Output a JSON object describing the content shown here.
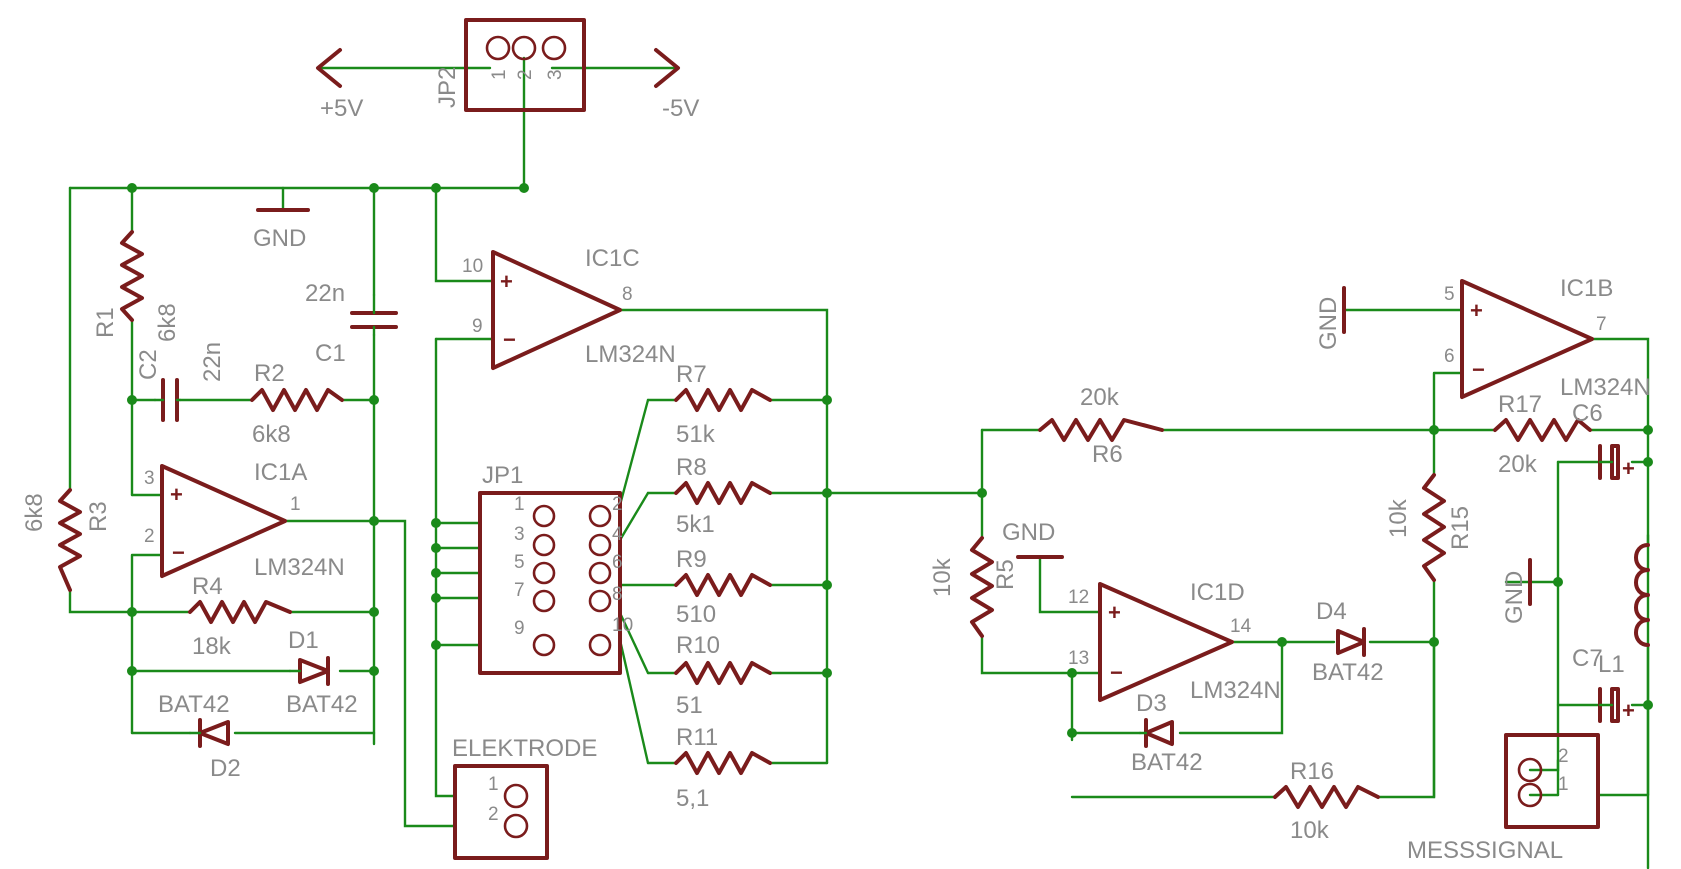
{
  "supply": {
    "pos": "+5V",
    "neg": "-5V",
    "gnd": "GND"
  },
  "jp2": {
    "name": "JP2",
    "pins": [
      "1",
      "2",
      "3"
    ]
  },
  "jp1": {
    "name": "JP1",
    "pins": [
      "1",
      "2",
      "3",
      "4",
      "5",
      "6",
      "7",
      "8",
      "9",
      "10"
    ]
  },
  "elektrode": {
    "name": "ELEKTRODE",
    "pins": [
      "1",
      "2"
    ]
  },
  "messsignal": {
    "name": "MESSSIGNAL",
    "pins": [
      "2",
      "1"
    ]
  },
  "opamps": {
    "ic1a": {
      "name": "IC1A",
      "part": "LM324N",
      "pin_plus": "3",
      "pin_minus": "2",
      "pin_out": "1"
    },
    "ic1b": {
      "name": "IC1B",
      "part": "LM324N",
      "pin_plus": "5",
      "pin_minus": "6",
      "pin_out": "7"
    },
    "ic1c": {
      "name": "IC1C",
      "part": "LM324N",
      "pin_plus": "10",
      "pin_minus": "9",
      "pin_out": "8"
    },
    "ic1d": {
      "name": "IC1D",
      "part": "LM324N",
      "pin_plus": "12",
      "pin_minus": "13",
      "pin_out": "14"
    }
  },
  "resistors": {
    "r1": {
      "name": "R1",
      "value": "6k8"
    },
    "r2": {
      "name": "R2",
      "value": "6k8"
    },
    "r3": {
      "name": "R3",
      "value": "6k8"
    },
    "r4": {
      "name": "R4",
      "value": "18k"
    },
    "r5": {
      "name": "R5",
      "value": "10k"
    },
    "r6": {
      "name": "R6",
      "value": "20k"
    },
    "r7": {
      "name": "R7",
      "value": "51k"
    },
    "r8": {
      "name": "R8",
      "value": "5k1"
    },
    "r9": {
      "name": "R9",
      "value": "510"
    },
    "r10": {
      "name": "R10",
      "value": "51"
    },
    "r11": {
      "name": "R11",
      "value": "5,1"
    },
    "r15": {
      "name": "R15",
      "value": "10k"
    },
    "r16": {
      "name": "R16",
      "value": "10k"
    },
    "r17": {
      "name": "R17",
      "value": "20k"
    }
  },
  "capacitors": {
    "c1": {
      "name": "C1",
      "value": "22n"
    },
    "c2": {
      "name": "C2",
      "value": "22n"
    },
    "c6": {
      "name": "C6"
    },
    "c7": {
      "name": "C7"
    }
  },
  "diodes": {
    "d1": {
      "name": "D1",
      "part": "BAT42"
    },
    "d2": {
      "name": "D2",
      "part": "BAT42"
    },
    "d3": {
      "name": "D3",
      "part": "BAT42"
    },
    "d4": {
      "name": "D4",
      "part": "BAT42"
    }
  },
  "inductors": {
    "l1": {
      "name": "L1"
    }
  },
  "colors": {
    "wire": "#1a8a1a",
    "component": "#7a1c1c",
    "label": "#8a8a8a",
    "background": "#ffffff"
  }
}
